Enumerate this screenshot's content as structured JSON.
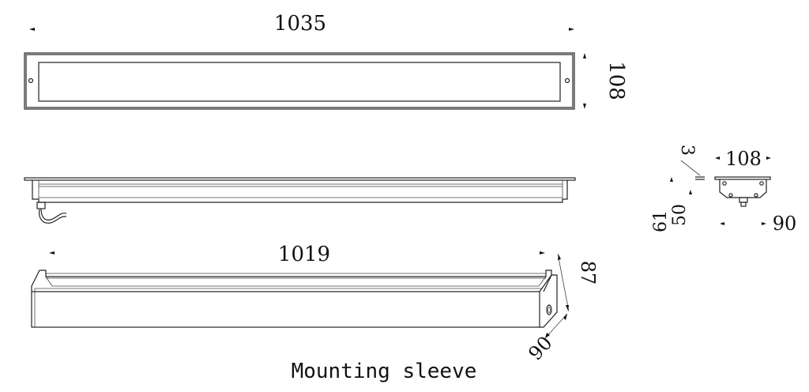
{
  "top_view": {
    "width_label": "1035",
    "height_label": "108"
  },
  "side_view": {},
  "end_view": {
    "thickness_label": "3",
    "width_label": "108",
    "height_outer_label": "61",
    "height_inner_label": "50",
    "body_width_label": "90"
  },
  "sleeve": {
    "length_label": "1019",
    "height_label": "87",
    "depth_label": "90",
    "caption": "Mounting sleeve"
  }
}
